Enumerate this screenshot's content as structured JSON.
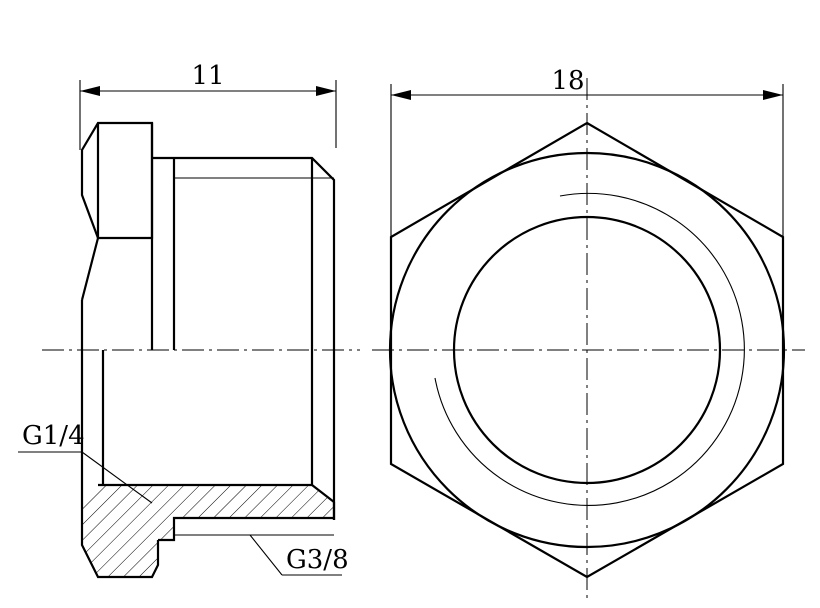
{
  "dimensions": {
    "side_length": "11",
    "hex_width": "18"
  },
  "thread_labels": {
    "inner": "G1/4",
    "outer": "G3/8"
  }
}
